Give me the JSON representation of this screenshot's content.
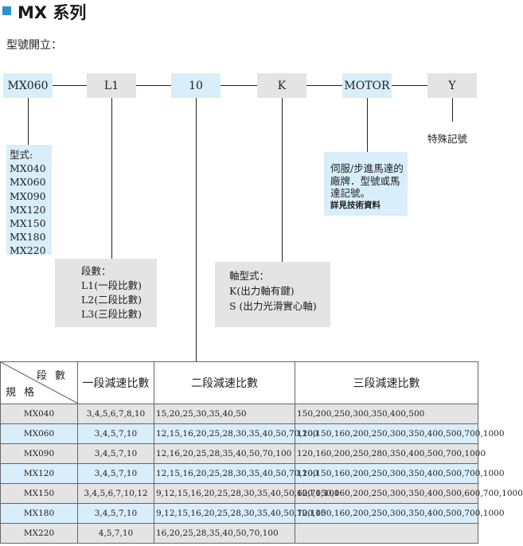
{
  "header": {
    "title": "MX 系列",
    "subtitle": "型號開立："
  },
  "model_code": {
    "boxes": [
      "MX060",
      "L1",
      "10",
      "K",
      "MOTOR",
      "Y"
    ]
  },
  "descriptions": {
    "mx_label": "型式:",
    "mx_models": [
      "MX040",
      "MX060",
      "MX090",
      "MX120",
      "MX150",
      "MX180",
      "MX220"
    ],
    "stage_label": "段數：",
    "stage_items": [
      "L1(一段比數)",
      "L2(二段比數)",
      "L3(三段比數)"
    ],
    "shaft_label": "軸型式：",
    "shaft_items": [
      "K(出力軸有鍵)",
      "S (出力光滑實心軸)"
    ],
    "motor_lines": [
      "伺服/步進馬達的",
      "廠牌．型號或馬",
      "達記號。"
    ],
    "motor_note": "詳見技術資料",
    "special": "特殊記號"
  },
  "table": {
    "corner_top": "段 數",
    "corner_bottom": "規 格",
    "headers": [
      "一段減速比數",
      "二段減速比數",
      "三段減速比數"
    ],
    "rows": [
      [
        "MX040",
        "3,4,5,6,7,8,10",
        "15,20,25,30,35,40,50",
        "150,200,250,300,350,400,500"
      ],
      [
        "MX060",
        "3,4,5,7,10",
        "12,15,16,20,25,28,30,35,40,50,70,100",
        "120,150,160,200,250,300,350,400,500,700,1000"
      ],
      [
        "MX090",
        "3,4,5,7,10",
        "12,16,20,25,28,35,40,50,70,100",
        "120,160,200,250,280,350,400,500,700,1000"
      ],
      [
        "MX120",
        "3,4,5,7,10",
        "12,15,16,20,25,28,30,35,40,50,70,100",
        "120,150,160,200,250,300,350,400,500,700,1000"
      ],
      [
        "MX150",
        "3,4,5,6,7,10,12",
        "9,12,15,16,20,25,28,30,35,40,50,60,70,100",
        "120,150,160,200,250,300,350,400,500,600,700,1000"
      ],
      [
        "MX180",
        "3,4,5,7,10",
        "9,12,15,16,20,25,28,30,35,40,50,70,100",
        "120,150,160,200,250,300,350,400,500,700,1000"
      ],
      [
        "MX220",
        "4,5,7,10",
        "16,20,25,28,35,40,50,70,100",
        ""
      ]
    ]
  }
}
